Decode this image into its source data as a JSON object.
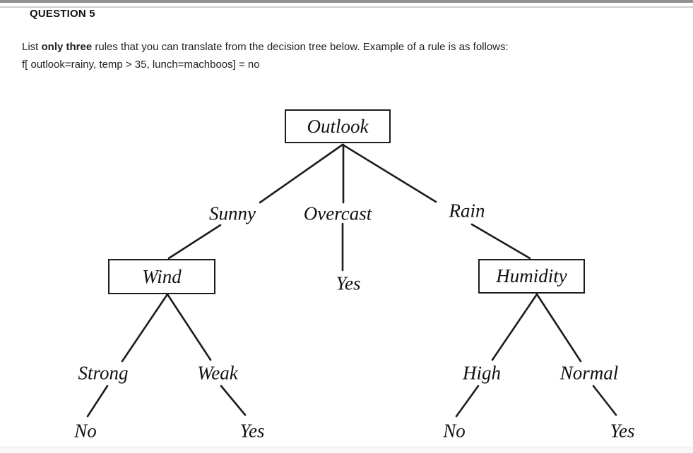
{
  "colors": {
    "top_bar": "#919191",
    "header_divider": "#cfcfcf",
    "tree_line": "#1c1c1c",
    "footer_strip_bg": "#f7f7f7",
    "footer_strip_border": "#e5e5e5"
  },
  "question": {
    "heading": "QUESTION 5",
    "intro_prefix": "List ",
    "intro_bold": "only three",
    "intro_suffix": " rules that you can translate from the decision tree below. Example of a rule is as follows:",
    "example_rule": "f[ outlook=rainy, temp > 35, lunch=machboos] = no"
  },
  "tree": {
    "root": "Outlook",
    "branch_sunny": "Sunny",
    "branch_overcast": "Overcast",
    "branch_rain": "Rain",
    "node_wind": "Wind",
    "node_humidity": "Humidity",
    "leaf_overcast": "Yes",
    "branch_strong": "Strong",
    "branch_weak": "Weak",
    "leaf_strong": "No",
    "leaf_weak": "Yes",
    "branch_high": "High",
    "branch_normal": "Normal",
    "leaf_high": "No",
    "leaf_normal": "Yes"
  }
}
